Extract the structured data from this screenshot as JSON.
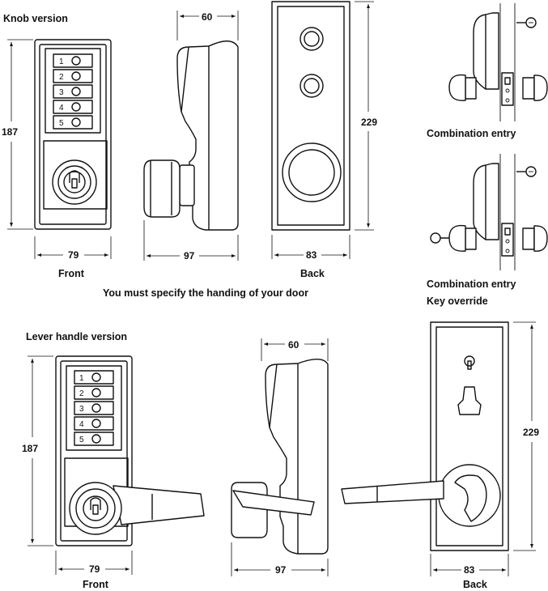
{
  "labels": {
    "knob_version": "Knob version",
    "lever_version": "Lever handle version",
    "front": "Front",
    "back": "Back",
    "handing_note": "You must specify the handing of your door",
    "combination_entry": "Combination entry",
    "key_override": "Key override"
  },
  "dimensions": {
    "knob_height": "187",
    "knob_front_width": "79",
    "knob_side_top": "60",
    "knob_side_depth": "97",
    "knob_back_height": "229",
    "knob_back_width": "83",
    "lever_height": "187",
    "lever_front_width": "79",
    "lever_side_top": "60",
    "lever_side_depth": "97",
    "lever_back_height": "229",
    "lever_back_width": "83"
  },
  "keypad_buttons": [
    "1",
    "2",
    "3",
    "4",
    "5"
  ]
}
